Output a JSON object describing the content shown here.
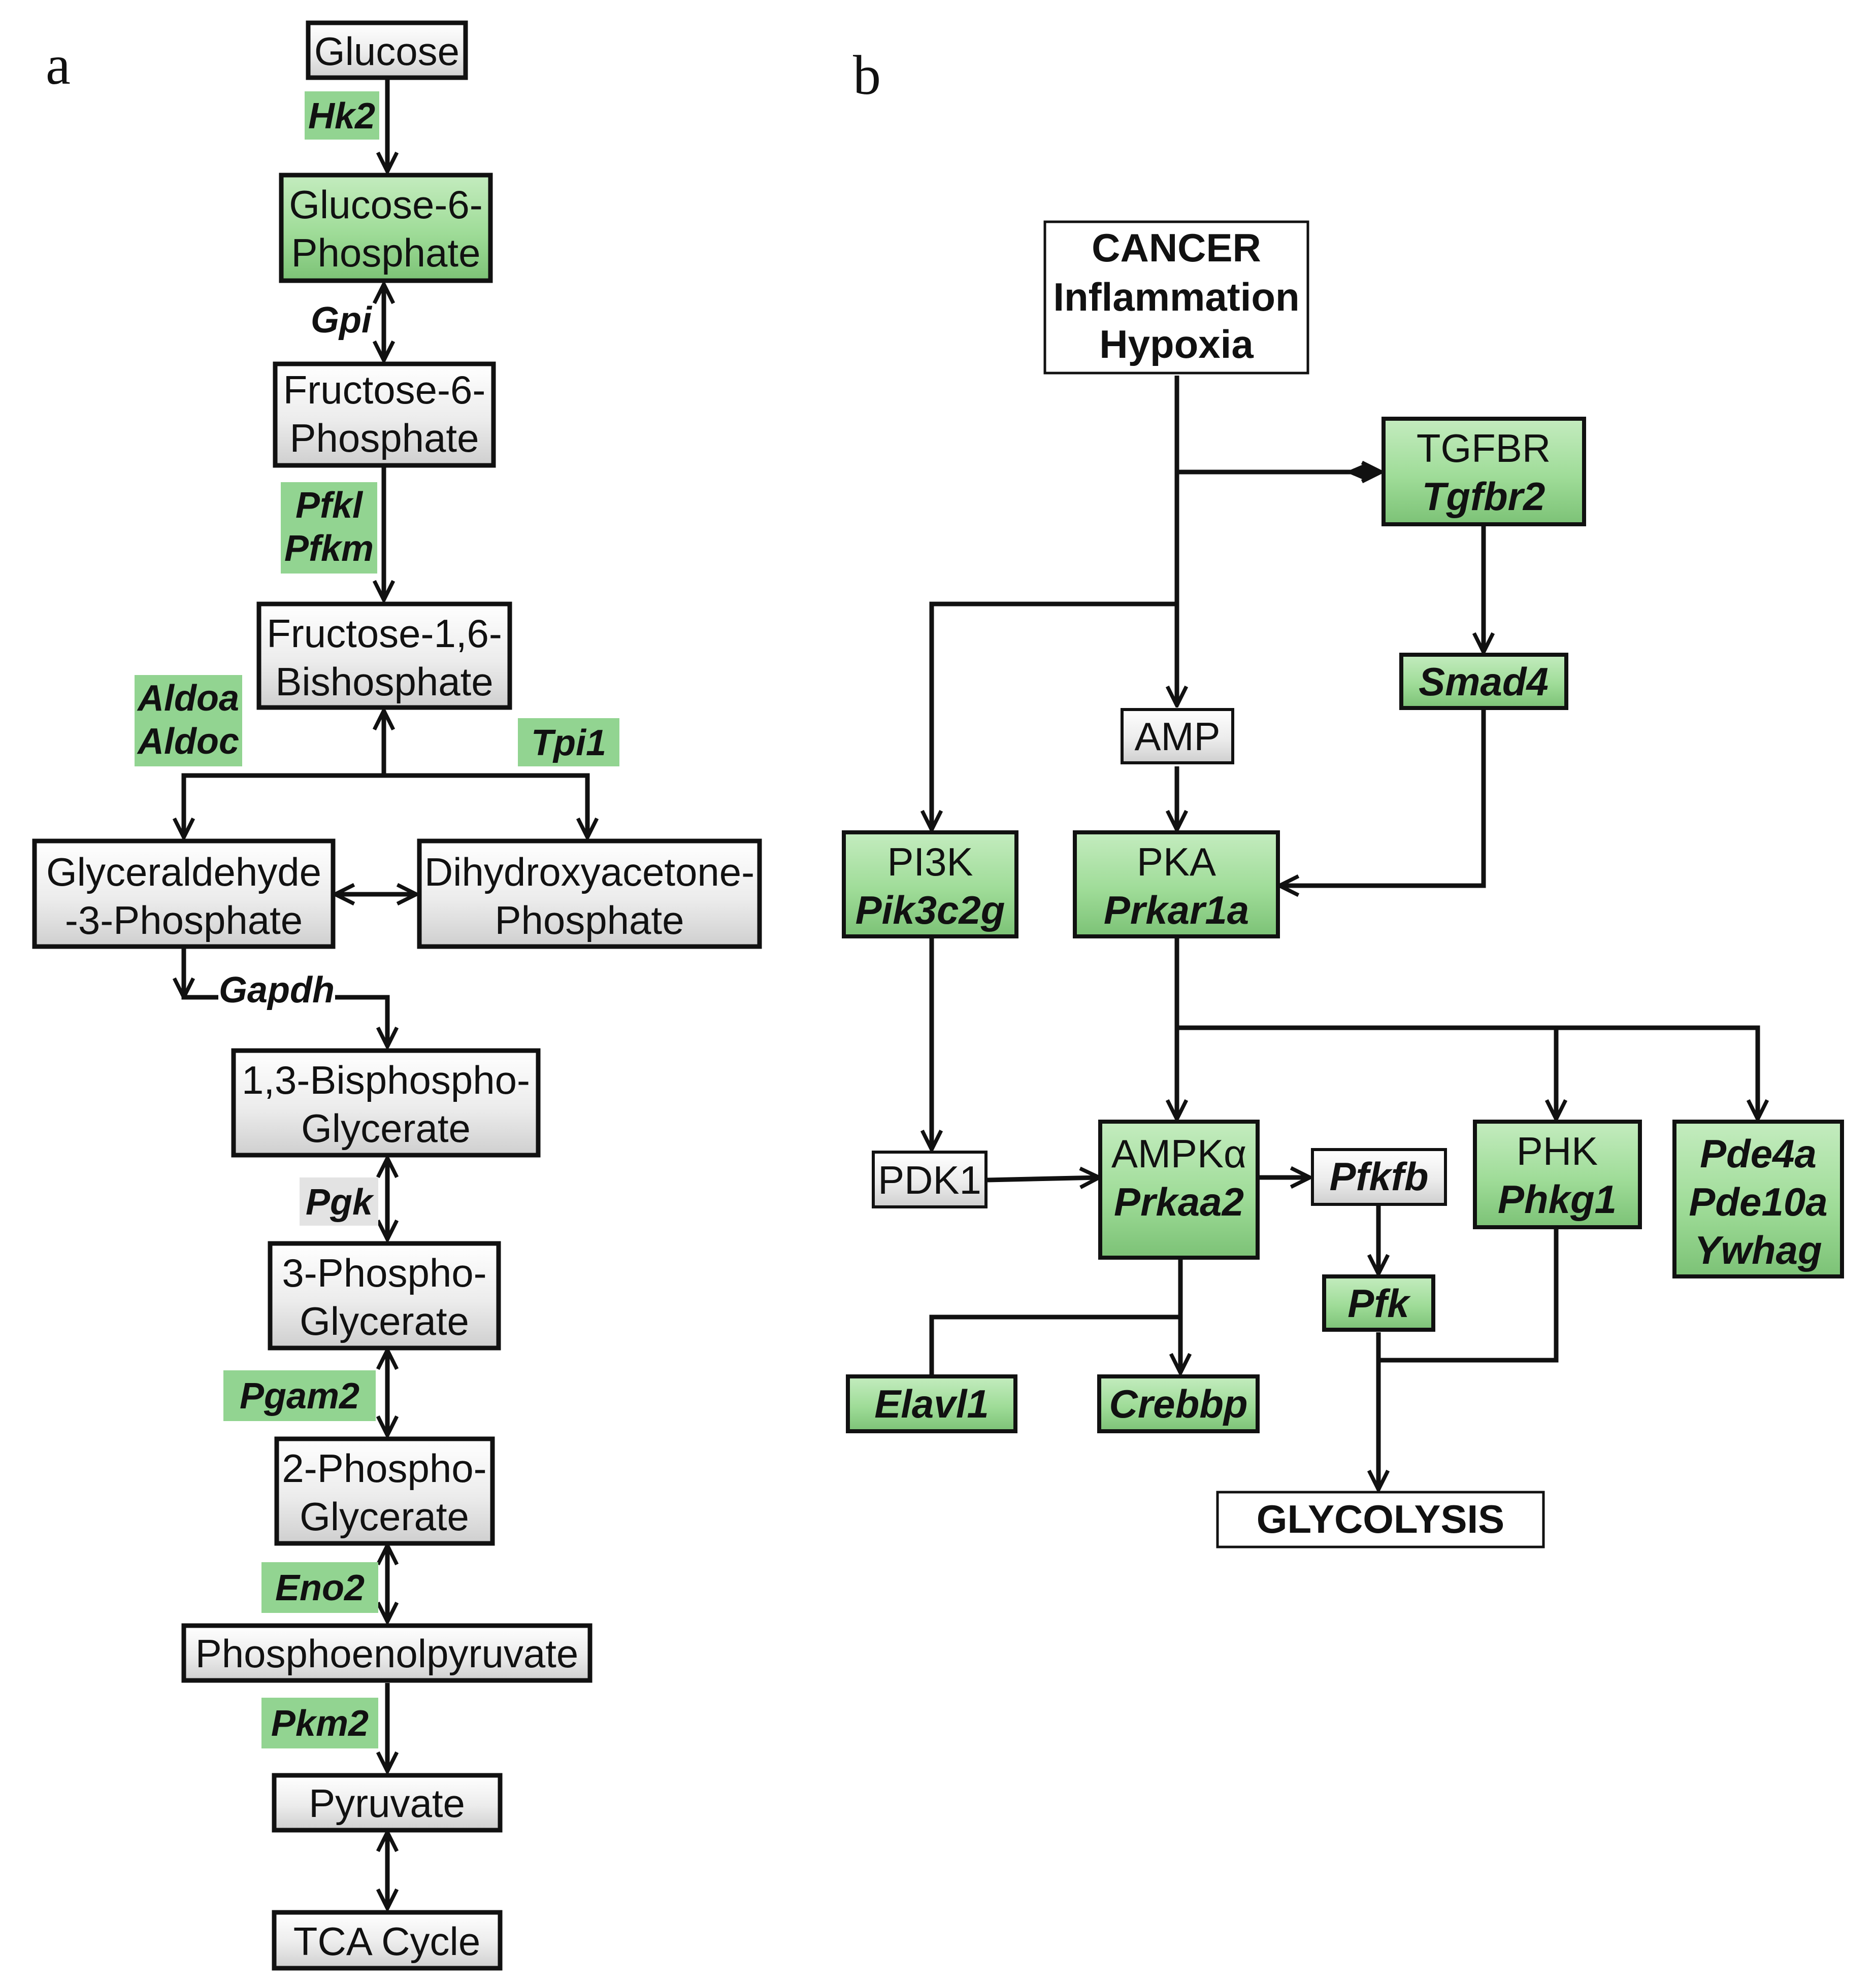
{
  "panels": {
    "a": "a",
    "b": "b"
  },
  "colors": {
    "enzyme_green": "#92d491",
    "box_gray": "#e8e8e8",
    "box_green": "#9fdc98",
    "line": "#111111"
  },
  "a": {
    "glucose": "Glucose",
    "g6p": [
      "Glucose-6-",
      "Phosphate"
    ],
    "f6p": [
      "Fructose-6-",
      "Phosphate"
    ],
    "f16bp": [
      "Fructose-1,6-",
      "Bishosphate"
    ],
    "g3p": [
      "Glyceraldehyde",
      "-3-Phosphate"
    ],
    "dhap": [
      "Dihydroxyacetone-",
      "Phosphate"
    ],
    "bpg13": [
      "1,3-Bisphospho-",
      "Glycerate"
    ],
    "pg3": [
      "3-Phospho-",
      "Glycerate"
    ],
    "pg2": [
      "2-Phospho-",
      "Glycerate"
    ],
    "pep": "Phosphoenolpyruvate",
    "pyruvate": "Pyruvate",
    "tca": "TCA Cycle",
    "genes": {
      "hk2": "Hk2",
      "gpi": "Gpi",
      "pfkl": "Pfkl",
      "pfkm": "Pfkm",
      "aldoa": "Aldoa",
      "aldoc": "Aldoc",
      "tpi1": "Tpi1",
      "gapdh": "Gapdh",
      "pgk": "Pgk",
      "pgam2": "Pgam2",
      "eno2": "Eno2",
      "pkm2": "Pkm2"
    }
  },
  "b": {
    "cancer": [
      "CANCER",
      "Inflammation",
      "Hypoxia"
    ],
    "tgfbr": [
      "TGFBR",
      "Tgfbr2"
    ],
    "smad4": "Smad4",
    "amp": "AMP",
    "pi3k": [
      "PI3K",
      "Pik3c2g"
    ],
    "pka": [
      "PKA",
      "Prkar1a"
    ],
    "pdk1": "PDK1",
    "ampk": [
      "AMPKα",
      "Prkaa2"
    ],
    "pfkfb": "Pfkfb",
    "phk": [
      "PHK",
      "Phkg1"
    ],
    "pde": [
      "Pde4a",
      "Pde10a",
      "Ywhag"
    ],
    "pfk": "Pfk",
    "elavl1": "Elavl1",
    "crebbp": "Crebbp",
    "glycolysis": "GLYCOLYSIS"
  }
}
